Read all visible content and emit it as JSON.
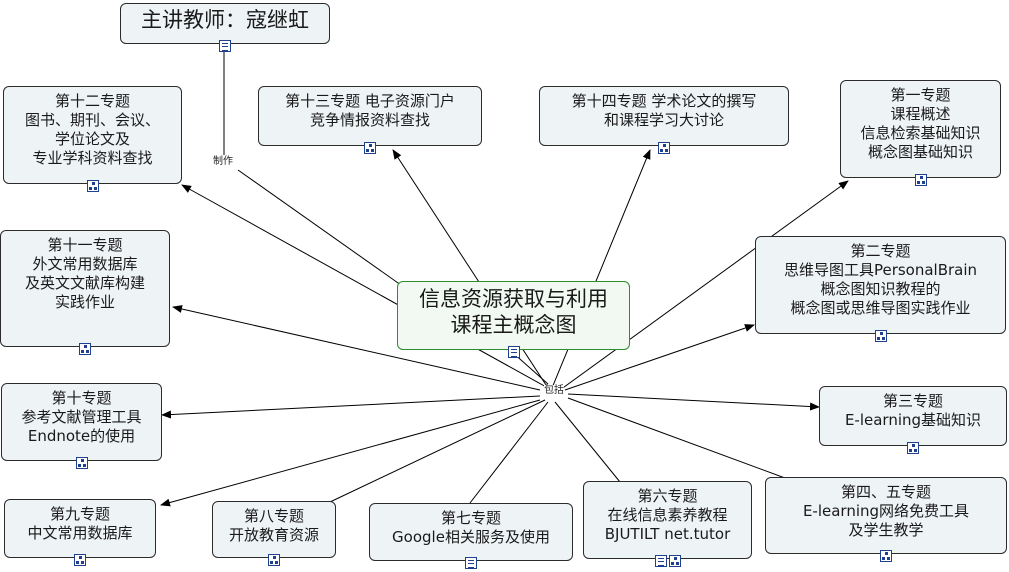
{
  "teacher": {
    "text": "主讲教师：寇继虹"
  },
  "center": {
    "line1": "信息资源获取与利用",
    "line2": "课程主概念图"
  },
  "link_labels": {
    "made_by": "制作",
    "includes": "包括"
  },
  "topics": {
    "t12": [
      "第十二专题",
      "图书、期刊、会议、",
      "学位论文及",
      "专业学科资料查找"
    ],
    "t13": [
      "第十三专题  电子资源门户",
      "竞争情报资料查找"
    ],
    "t14": [
      "第十四专题   学术论文的撰写",
      "和课程学习大讨论"
    ],
    "t1": [
      "第一专题",
      "课程概述",
      "信息检索基础知识",
      "概念图基础知识"
    ],
    "t11": [
      "第十一专题",
      "外文常用数据库",
      "及英文文献库构建",
      "实践作业"
    ],
    "t2": [
      "第二专题",
      "思维导图工具PersonalBrain",
      "概念图知识教程的",
      "概念图或思维导图实践作业"
    ],
    "t10": [
      "第十专题",
      "参考文献管理工具",
      "Endnote的使用"
    ],
    "t3": [
      "第三专题",
      "E-learning基础知识"
    ],
    "t9": [
      "第九专题",
      "中文常用数据库"
    ],
    "t8": [
      "第八专题",
      "开放教育资源"
    ],
    "t7": [
      "第七专题",
      "Google相关服务及使用"
    ],
    "t6": [
      "第六专题",
      "在线信息素养教程",
      "BJUTILT net.tutor"
    ],
    "t45": [
      "第四、五专题",
      "E-learning网络免费工具",
      "及学生教学"
    ]
  }
}
